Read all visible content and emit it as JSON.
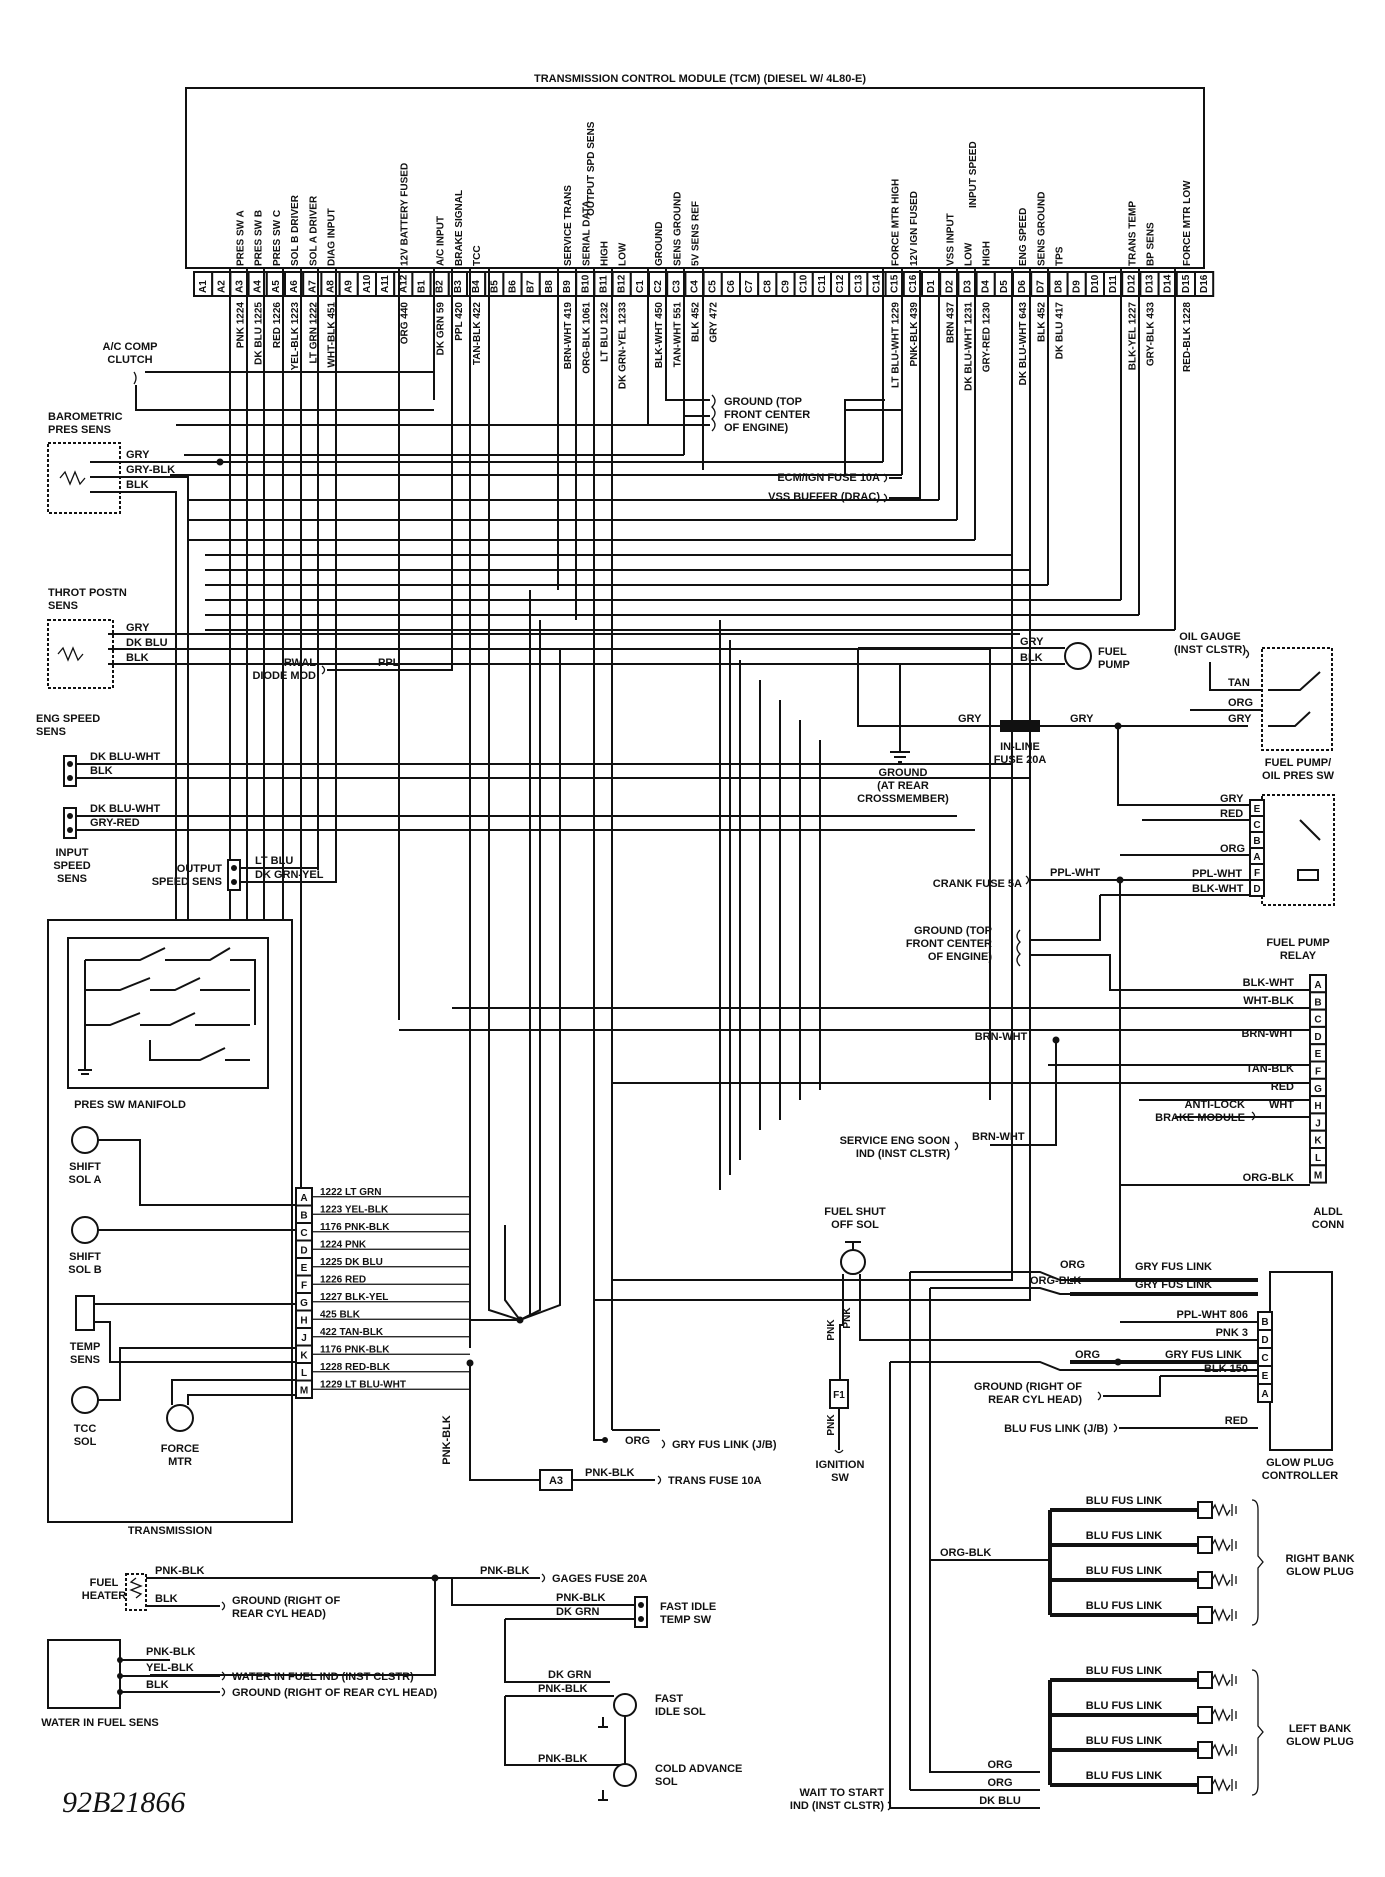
{
  "title": "TRANSMISSION CONTROL MODULE (TCM) (DIESEL W/ 4L80-E)",
  "figure_id": "92B21866",
  "tcm": {
    "pins": [
      "A1",
      "A2",
      "A3",
      "A4",
      "A5",
      "A6",
      "A7",
      "A8",
      "A9",
      "A10",
      "A11",
      "A12",
      "B1",
      "B2",
      "B3",
      "B4",
      "B5",
      "B6",
      "B7",
      "B8",
      "B9",
      "B10",
      "B11",
      "B12",
      "C1",
      "C2",
      "C3",
      "C4",
      "C5",
      "C6",
      "C7",
      "C8",
      "C9",
      "C10",
      "C11",
      "C12",
      "C13",
      "C14",
      "C15",
      "C16",
      "D1",
      "D2",
      "D3",
      "D4",
      "D5",
      "D6",
      "D7",
      "D8",
      "D9",
      "D10",
      "D11",
      "D12",
      "D13",
      "D14",
      "D15",
      "D16"
    ],
    "functions": [
      {
        "pin": "A3",
        "label": "PRES SW A"
      },
      {
        "pin": "A4",
        "label": "PRES SW B"
      },
      {
        "pin": "A5",
        "label": "PRES SW C"
      },
      {
        "pin": "A6",
        "label": "SOL B DRIVER"
      },
      {
        "pin": "A7",
        "label": "SOL A DRIVER"
      },
      {
        "pin": "A8",
        "label": "DIAG INPUT"
      },
      {
        "pin": "A12",
        "label": "12V BATTERY FUSED"
      },
      {
        "pin": "B2",
        "label": "A/C INPUT"
      },
      {
        "pin": "B3",
        "label": "BRAKE SIGNAL"
      },
      {
        "pin": "B4",
        "label": "TCC"
      },
      {
        "pin": "B9",
        "label": "SERVICE TRANS"
      },
      {
        "pin": "B10",
        "label": "SERIAL DATA"
      },
      {
        "pin": "B11",
        "label": "HIGH"
      },
      {
        "pin": "B12",
        "label": "LOW"
      },
      {
        "pin": "C2",
        "label": "GROUND"
      },
      {
        "pin": "C3",
        "label": "SENS GROUND"
      },
      {
        "pin": "C4",
        "label": "5V SENS REF"
      },
      {
        "pin": "C15",
        "label": "FORCE MTR HIGH"
      },
      {
        "pin": "C16",
        "label": "12V IGN FUSED"
      },
      {
        "pin": "D2",
        "label": "VSS INPUT"
      },
      {
        "pin": "D3",
        "label": "LOW"
      },
      {
        "pin": "D4",
        "label": "HIGH"
      },
      {
        "pin": "D6",
        "label": "ENG SPEED"
      },
      {
        "pin": "D7",
        "label": "SENS GROUND"
      },
      {
        "pin": "D8",
        "label": "TPS"
      },
      {
        "pin": "D12",
        "label": "TRANS TEMP"
      },
      {
        "pin": "D13",
        "label": "BP SENS"
      },
      {
        "pin": "D15",
        "label": "FORCE MTR LOW"
      }
    ],
    "group_labels": {
      "output_spd_sens": "OUTPUT SPD SENS",
      "input_speed": "INPUT SPEED"
    }
  },
  "pin_wires": [
    {
      "pin": "A3",
      "label": "PNK 1224"
    },
    {
      "pin": "A4",
      "label": "DK BLU 1225"
    },
    {
      "pin": "A5",
      "label": "RED 1226"
    },
    {
      "pin": "A6",
      "label": "YEL-BLK 1223"
    },
    {
      "pin": "A7",
      "label": "LT GRN 1222"
    },
    {
      "pin": "A8",
      "label": "WHT-BLK 451"
    },
    {
      "pin": "A12",
      "label": "ORG 440"
    },
    {
      "pin": "B2",
      "label": "DK GRN 59"
    },
    {
      "pin": "B3",
      "label": "PPL 420"
    },
    {
      "pin": "B4",
      "label": "TAN-BLK 422"
    },
    {
      "pin": "B9",
      "label": "BRN-WHT 419"
    },
    {
      "pin": "B10",
      "label": "ORG-BLK 1061"
    },
    {
      "pin": "B11",
      "label": "LT BLU 1232"
    },
    {
      "pin": "B12",
      "label": "DK GRN-YEL 1233"
    },
    {
      "pin": "C2",
      "label": "BLK-WHT 450"
    },
    {
      "pin": "C3",
      "label": "TAN-WHT 551"
    },
    {
      "pin": "C4",
      "label": "BLK 452"
    },
    {
      "pin": "C5",
      "label": "GRY 472"
    },
    {
      "pin": "C15",
      "label": "LT BLU-WHT 1229"
    },
    {
      "pin": "C16",
      "label": "PNK-BLK 439"
    },
    {
      "pin": "D2",
      "label": "BRN 437"
    },
    {
      "pin": "D3",
      "label": "DK BLU-WHT 1231"
    },
    {
      "pin": "D4",
      "label": "GRY-RED 1230"
    },
    {
      "pin": "D6",
      "label": "DK BLU-WHT 643"
    },
    {
      "pin": "D7",
      "label": "BLK 452"
    },
    {
      "pin": "D8",
      "label": "DK BLU 417"
    },
    {
      "pin": "D12",
      "label": "BLK-YEL 1227"
    },
    {
      "pin": "D13",
      "label": "GRY-BLK 433"
    },
    {
      "pin": "D15",
      "label": "RED-BLK 1228"
    }
  ],
  "components": {
    "ac_comp_clutch": [
      "A/C COMP",
      "CLUTCH"
    ],
    "barometric_sens": [
      "BAROMETRIC",
      "PRES SENS"
    ],
    "throt_sens": [
      "THROT POSTN",
      "SENS"
    ],
    "eng_speed_sens": [
      "ENG SPEED",
      "SENS"
    ],
    "input_speed_sens": [
      "INPUT",
      "SPEED",
      "SENS"
    ],
    "output_speed_sens": [
      "OUTPUT",
      "SPEED SENS"
    ],
    "rwal": [
      "RWAL",
      "DIODE MOD"
    ],
    "ground_top": [
      "GROUND (TOP",
      "FRONT CENTER",
      "OF ENGINE)"
    ],
    "ecm_fuse": "ECM/IGN FUSE 10A",
    "vss_buffer": "VSS BUFFER (DRAC)",
    "fuel_pump": [
      "FUEL",
      "PUMP"
    ],
    "oil_gauge": [
      "OIL GAUGE",
      "(INST CLSTR)"
    ],
    "inline_fuse": [
      "IN-LINE",
      "FUSE 20A"
    ],
    "ground_rear": [
      "GROUND",
      "(AT REAR",
      "CROSSMEMBER)"
    ],
    "fuel_pump_oil_sw": [
      "FUEL PUMP/",
      "OIL PRES SW"
    ],
    "crank_fuse": "CRANK FUSE 5A",
    "ground_top2": [
      "GROUND (TOP",
      "FRONT CENTER",
      "OF ENGINE)"
    ],
    "fuel_pump_relay": [
      "FUEL PUMP",
      "RELAY"
    ],
    "anti_lock": [
      "ANTI-LOCK",
      "BRAKE MODULE"
    ],
    "service_eng": [
      "SERVICE ENG SOON",
      "IND (INST CLSTR)"
    ],
    "aldl": [
      "ALDL",
      "CONN"
    ],
    "pres_sw_manifold": "PRES SW MANIFOLD",
    "shift_sol_a": [
      "SHIFT",
      "SOL A"
    ],
    "shift_sol_b": [
      "SHIFT",
      "SOL B"
    ],
    "temp_sens": [
      "TEMP",
      "SENS"
    ],
    "tcc_sol": [
      "TCC",
      "SOL"
    ],
    "force_mtr": [
      "FORCE",
      "MTR"
    ],
    "transmission": "TRANSMISSION",
    "fuel_shut_off": [
      "FUEL SHUT",
      "OFF SOL"
    ],
    "fuse_f1": "F1",
    "ignition_sw": [
      "IGNITION",
      "SW"
    ],
    "gry_fus_link_jb": "GRY FUS LINK (J/B)",
    "trans_fuse": "TRANS FUSE 10A",
    "a3_tag": "A3",
    "ground_right_glow": [
      "GROUND (RIGHT OF",
      "REAR CYL HEAD)"
    ],
    "blu_fus_link_jb": "BLU FUS LINK (J/B)",
    "glow_plug_ctrl": [
      "GLOW PLUG",
      "CONTROLLER"
    ],
    "right_bank": [
      "RIGHT BANK",
      "GLOW PLUG"
    ],
    "left_bank": [
      "LEFT BANK",
      "GLOW PLUG"
    ],
    "wait_to_start": [
      "WAIT TO START",
      "IND (INST CLSTR)"
    ],
    "fuel_heater": [
      "FUEL",
      "HEATER"
    ],
    "gages_fuse": "GAGES FUSE 20A",
    "ground_fuel_heater": [
      "GROUND (RIGHT OF",
      "REAR CYL HEAD)"
    ],
    "fast_idle_temp": [
      "FAST IDLE",
      "TEMP SW"
    ],
    "fast_idle_sol": [
      "FAST",
      "IDLE SOL"
    ],
    "cold_advance": [
      "COLD ADVANCE",
      "SOL"
    ],
    "water_in_fuel_ind": "WATER IN FUEL IND (INST CLSTR)",
    "ground_water": "GROUND (RIGHT OF REAR CYL HEAD)",
    "water_in_fuel_sens": "WATER IN FUEL SENS"
  },
  "wire_labels": {
    "baro": [
      "GRY",
      "GRY-BLK",
      "BLK"
    ],
    "throt": [
      "GRY",
      "DK BLU",
      "BLK"
    ],
    "eng_speed": [
      "DK BLU-WHT",
      "BLK"
    ],
    "input_speed": [
      "DK BLU-WHT",
      "GRY-RED"
    ],
    "output_speed": [
      "LT BLU",
      "DK GRN-YEL"
    ],
    "rwal": "PPL",
    "fuel_pump": [
      "GRY",
      "BLK"
    ],
    "oil_gauge": [
      "TAN",
      "ORG",
      "GRY"
    ],
    "inline": [
      "GRY",
      "GRY"
    ],
    "relay": [
      "GRY",
      "RED",
      "ORG",
      "PPL-WHT",
      "BLK-WHT"
    ],
    "crank": "PPL-WHT",
    "aldl": [
      "BLK-WHT",
      "WHT-BLK",
      "BRN-WHT",
      "TAN-BLK",
      "RED",
      "WHT",
      "ORG-BLK"
    ],
    "service": "BRN-WHT",
    "trans_conn": [
      "1222 LT GRN",
      "1223 YEL-BLK",
      "1176 PNK-BLK",
      "1224 PNK",
      "1225 DK BLU",
      "1226 RED",
      "1227 BLK-YEL",
      "425 BLK",
      "422 TAN-BLK",
      "1176 PNK-BLK",
      "1228 RED-BLK",
      "1229 LT BLU-WHT"
    ],
    "glow": [
      "ORG",
      "ORG-BLK",
      "GRY FUS LINK",
      "GRY FUS LINK",
      "PPL-WHT 806",
      "PNK 3",
      "ORG",
      "GRY FUS LINK",
      "BLK 150",
      "RED"
    ],
    "fuel_shut": [
      "PNK",
      "PNK",
      "PNK"
    ],
    "orange_jb": "ORG",
    "pnk_blk_a3": "PNK-BLK",
    "pnk_blk_vert": "PNK-BLK",
    "right_bank_links": [
      "BLU FUS LINK",
      "BLU FUS LINK",
      "BLU FUS LINK",
      "BLU FUS LINK"
    ],
    "left_bank_links": [
      "BLU FUS LINK",
      "BLU FUS LINK",
      "BLU FUS LINK",
      "BLU FUS LINK"
    ],
    "glow_orgblk": "ORG-BLK",
    "wait": [
      "ORG",
      "ORG",
      "DK BLU"
    ],
    "fuel_heater": [
      "PNK-BLK",
      "BLK"
    ],
    "gages": "PNK-BLK",
    "fast_idle": [
      "PNK-BLK",
      "DK GRN"
    ],
    "fast_sol": [
      "DK GRN",
      "PNK-BLK"
    ],
    "cold": "PNK-BLK",
    "water": [
      "PNK-BLK",
      "YEL-BLK",
      "BLK"
    ]
  },
  "connector_letters": {
    "trans": [
      "A",
      "B",
      "C",
      "D",
      "E",
      "F",
      "G",
      "H",
      "J",
      "K",
      "L",
      "M"
    ],
    "aldl": [
      "A",
      "B",
      "C",
      "D",
      "E",
      "F",
      "G",
      "H",
      "J",
      "K",
      "L",
      "M"
    ],
    "relay": [
      "E",
      "C",
      "B",
      "A",
      "F",
      "D"
    ],
    "glow": [
      "B",
      "D",
      "C",
      "E",
      "A"
    ]
  }
}
